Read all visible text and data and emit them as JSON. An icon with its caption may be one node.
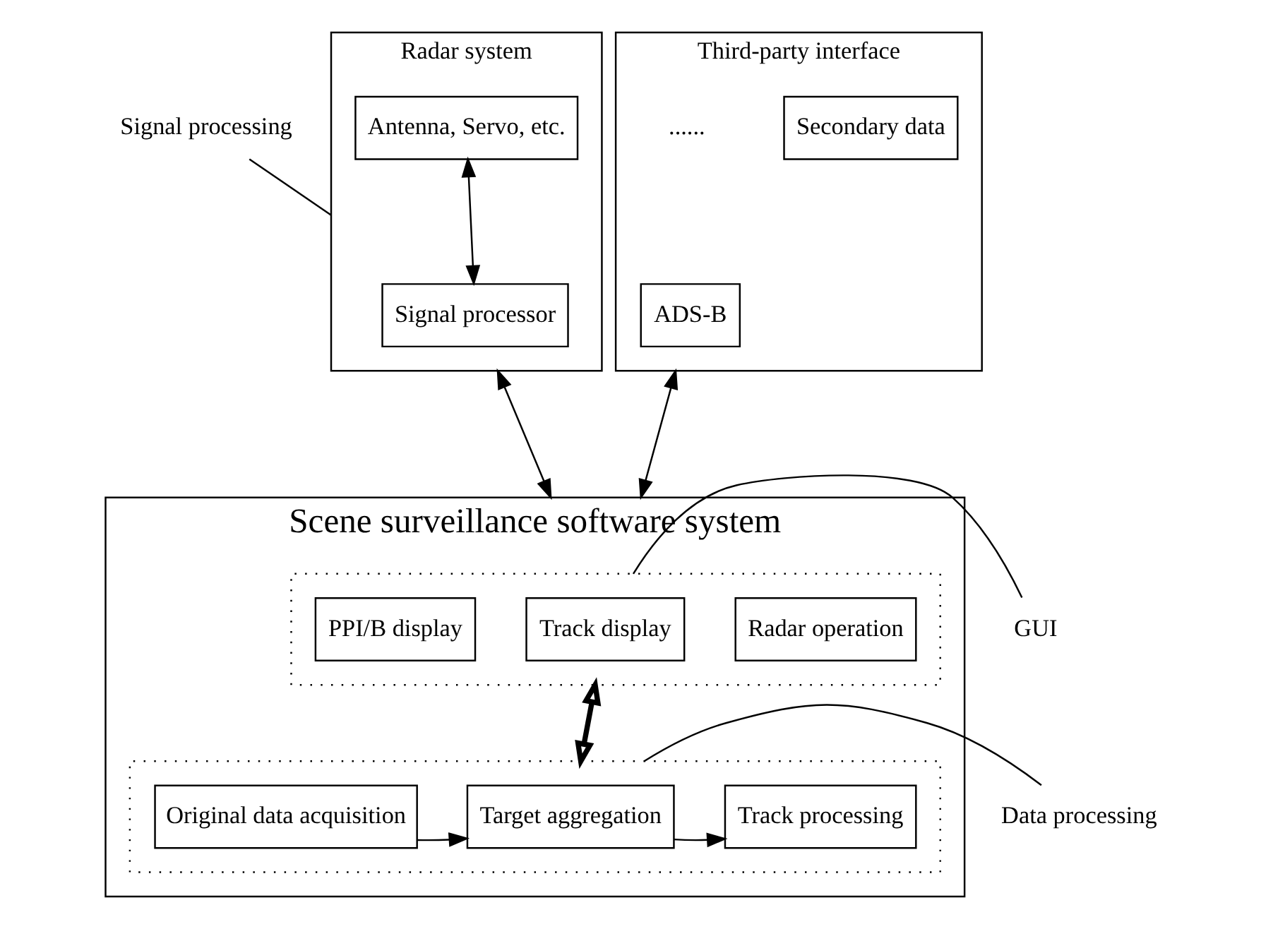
{
  "diagram": {
    "nodes": [
      {
        "text": [
          "Radar system"
        ]
      },
      {
        "text": [
          "Antenna, Servo, etc."
        ],
        "in": 0
      },
      {
        "text": [
          "Signal processor"
        ],
        "in": 0
      },
      {
        "text": [
          "Third-party interface"
        ]
      },
      {
        "text": [
          "Secondary data"
        ],
        "in": 3
      },
      {
        "text": [
          "ADS-B"
        ],
        "in": 3
      },
      {
        "text": [
          "......"
        ],
        "in": 3
      },
      {
        "text": [
          "Scene surveillance software system"
        ]
      },
      {
        "text": [],
        "shape": "box",
        "in": 7
      },
      {
        "text": [
          "PPI/B display"
        ],
        "in": 8
      },
      {
        "text": [
          "Track display"
        ],
        "in": 8
      },
      {
        "text": [
          "Radar operation"
        ],
        "in": 8
      },
      {
        "text": [],
        "shape": "box",
        "in": 7
      },
      {
        "text": [
          "Original data acquisition"
        ],
        "in": 12
      },
      {
        "text": [
          "Target aggregation"
        ],
        "in": 12
      },
      {
        "text": [
          "Track processing"
        ],
        "in": 12
      },
      {
        "text": [
          "Signal processing"
        ]
      },
      {
        "text": [
          "GUI"
        ]
      },
      {
        "text": [
          "Data processing"
        ]
      }
    ],
    "edges": [
      {
        "from": 1,
        "to": 2,
        "arrow": "both"
      },
      {
        "from": 0,
        "to": 7,
        "arrow": "both"
      },
      {
        "from": 3,
        "to": 7,
        "arrow": "both"
      },
      {
        "from": 8,
        "to": 12,
        "arrow": "both",
        "style": "thick"
      },
      {
        "from": 13,
        "to": 14,
        "arrow": "to"
      },
      {
        "from": 14,
        "to": 15,
        "arrow": "to"
      },
      {
        "from": 16,
        "to": 0,
        "arrow": "none"
      },
      {
        "from": 17,
        "to": 8,
        "arrow": "none"
      },
      {
        "from": 18,
        "to": 12,
        "arrow": "none"
      }
    ]
  }
}
